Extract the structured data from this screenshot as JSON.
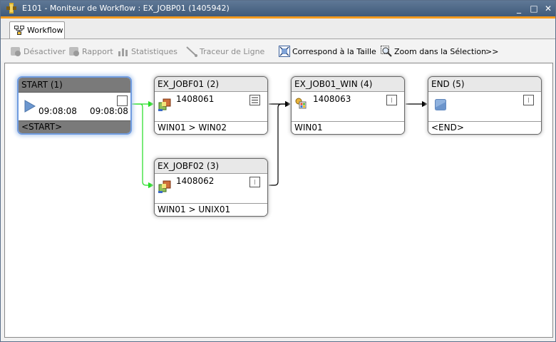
{
  "window": {
    "title": "E101 - Moniteur de Workflow : EX_JOBP01 (1405942)",
    "buttons": {
      "minimize": "_",
      "maximize": "□",
      "close": "✕"
    }
  },
  "tabs": [
    {
      "label": "Workflow"
    }
  ],
  "toolbar": {
    "deactivate": "Désactiver",
    "report": "Rapport",
    "statistics": "Statistiques",
    "line_tracer": "Traceur de Ligne",
    "fit_size": "Correspond à la Taille",
    "zoom_selection": "Zoom dans la Sélection",
    "more": ">>"
  },
  "nodes": {
    "start": {
      "title": "START (1)",
      "time_start": "09:08:08",
      "time_end": "09:08:08",
      "footer": "<START>"
    },
    "jobf01": {
      "title": "EX_JOBF01 (2)",
      "run_id": "1408061",
      "footer": "WIN01 > WIN02"
    },
    "jobf02": {
      "title": "EX_JOBF02 (3)",
      "run_id": "1408062",
      "footer": "WIN01 > UNIX01"
    },
    "job01win": {
      "title": "EX_JOB01_WIN (4)",
      "run_id": "1408063",
      "footer": "WIN01"
    },
    "end": {
      "title": "END (5)",
      "footer": "<END>"
    }
  },
  "colors": {
    "accent_orange": "#f39a1f",
    "link_green": "#22dd22",
    "link_black": "#000000",
    "selection_blue": "#6f9be0"
  }
}
